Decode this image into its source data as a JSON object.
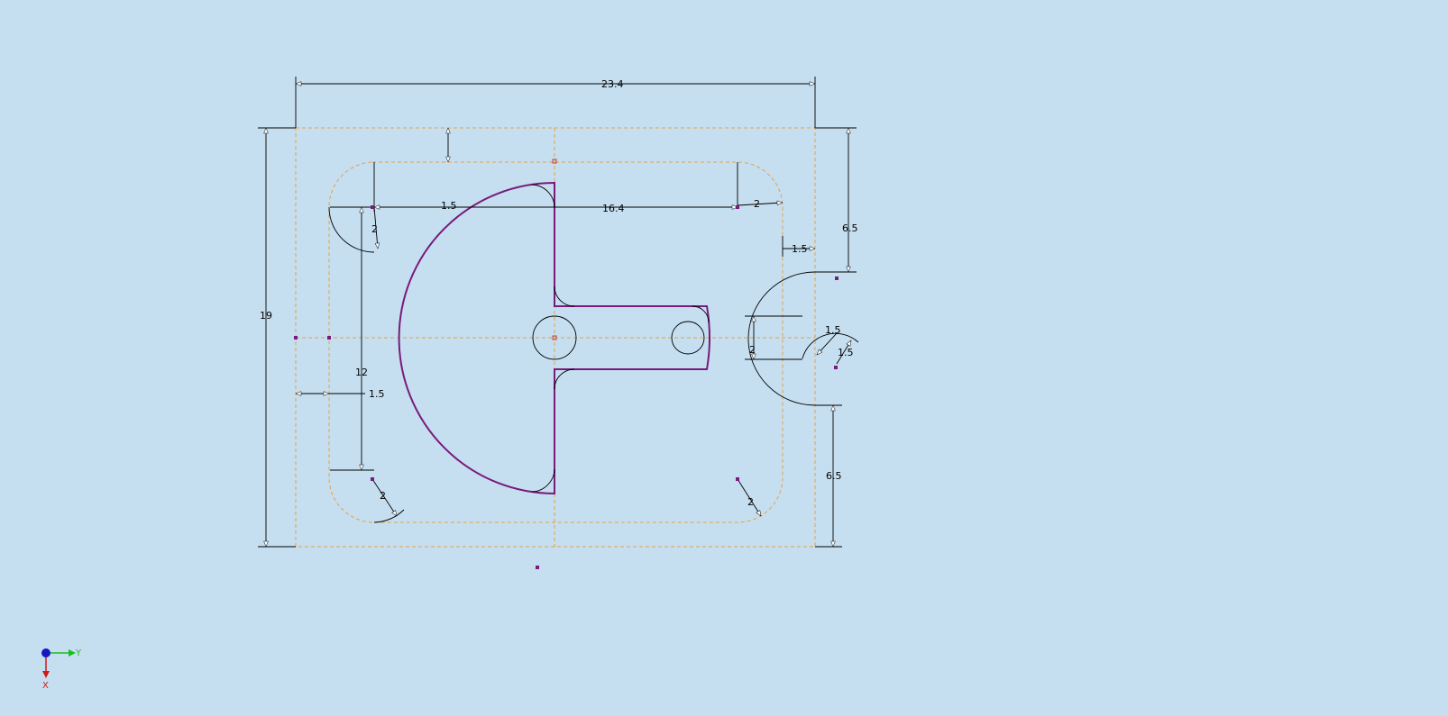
{
  "dimensions": {
    "overall_width": "23.4",
    "overall_height": "19",
    "inner_width": "16.4",
    "top_offset": "1.5",
    "right_gap": "2",
    "fillet_top_left": "2",
    "right_wall_gap": "1.5",
    "right_upper": "6.5",
    "right_lower": "6.5",
    "slot_width": "2",
    "notch_radius": "1.5",
    "notch_offset": "1.5",
    "inner_height": "12",
    "left_wall": "1.5",
    "fillet_bottom_left": "2",
    "fillet_bottom_right": "2"
  },
  "axes": {
    "x_label": "X",
    "y_label": "Y"
  },
  "colors": {
    "background": "#c5dff1",
    "profile": "#7a1a7a",
    "construction": "#e8a040",
    "dimension": "#000000",
    "point": "#7a1a7a",
    "axis_x": "#d01818",
    "axis_y": "#18c018",
    "axis_z": "#1818c0"
  }
}
